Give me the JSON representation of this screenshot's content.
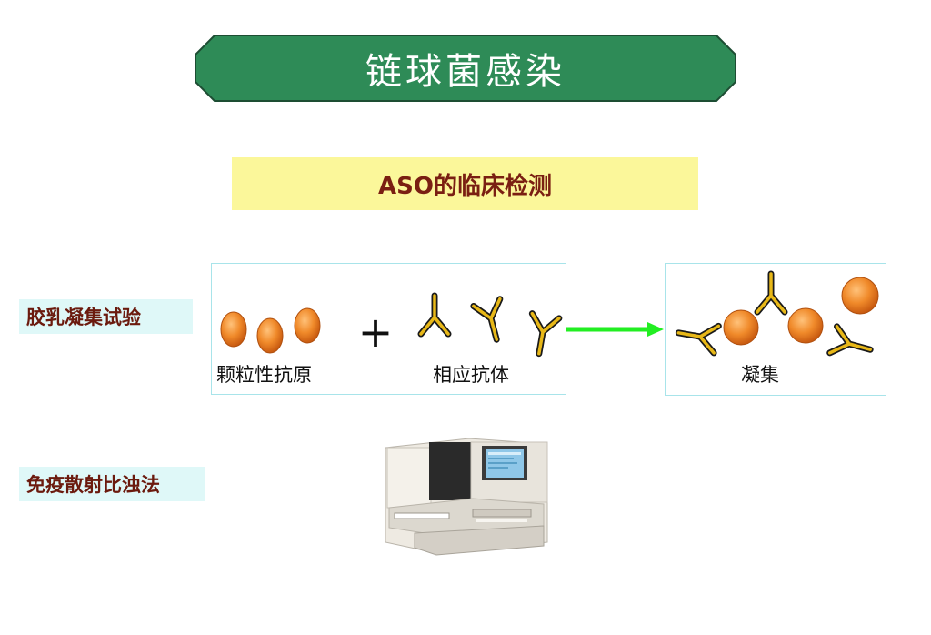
{
  "title": "链球菌感染",
  "subtitle": "ASO的临床检测",
  "methods": {
    "latex": "胶乳凝集试验",
    "immuno": "免疫散射比浊法"
  },
  "diagram": {
    "antigen_caption": "颗粒性抗原",
    "antibody_caption": "相应抗体",
    "result_caption": "凝集",
    "plus_symbol": "+"
  },
  "colors": {
    "banner_green": "#2e8b57",
    "subtitle_yellow": "#fbf79a",
    "label_cyan": "#dff8f8",
    "particle_orange": "#f08a2a",
    "antibody_gold": "#e8b818",
    "arrow_green": "#22ee22"
  },
  "icons": {
    "particle": "orange-sphere",
    "antibody": "y-shaped-antibody",
    "arrow": "right-arrow",
    "device": "analyzer-instrument"
  }
}
